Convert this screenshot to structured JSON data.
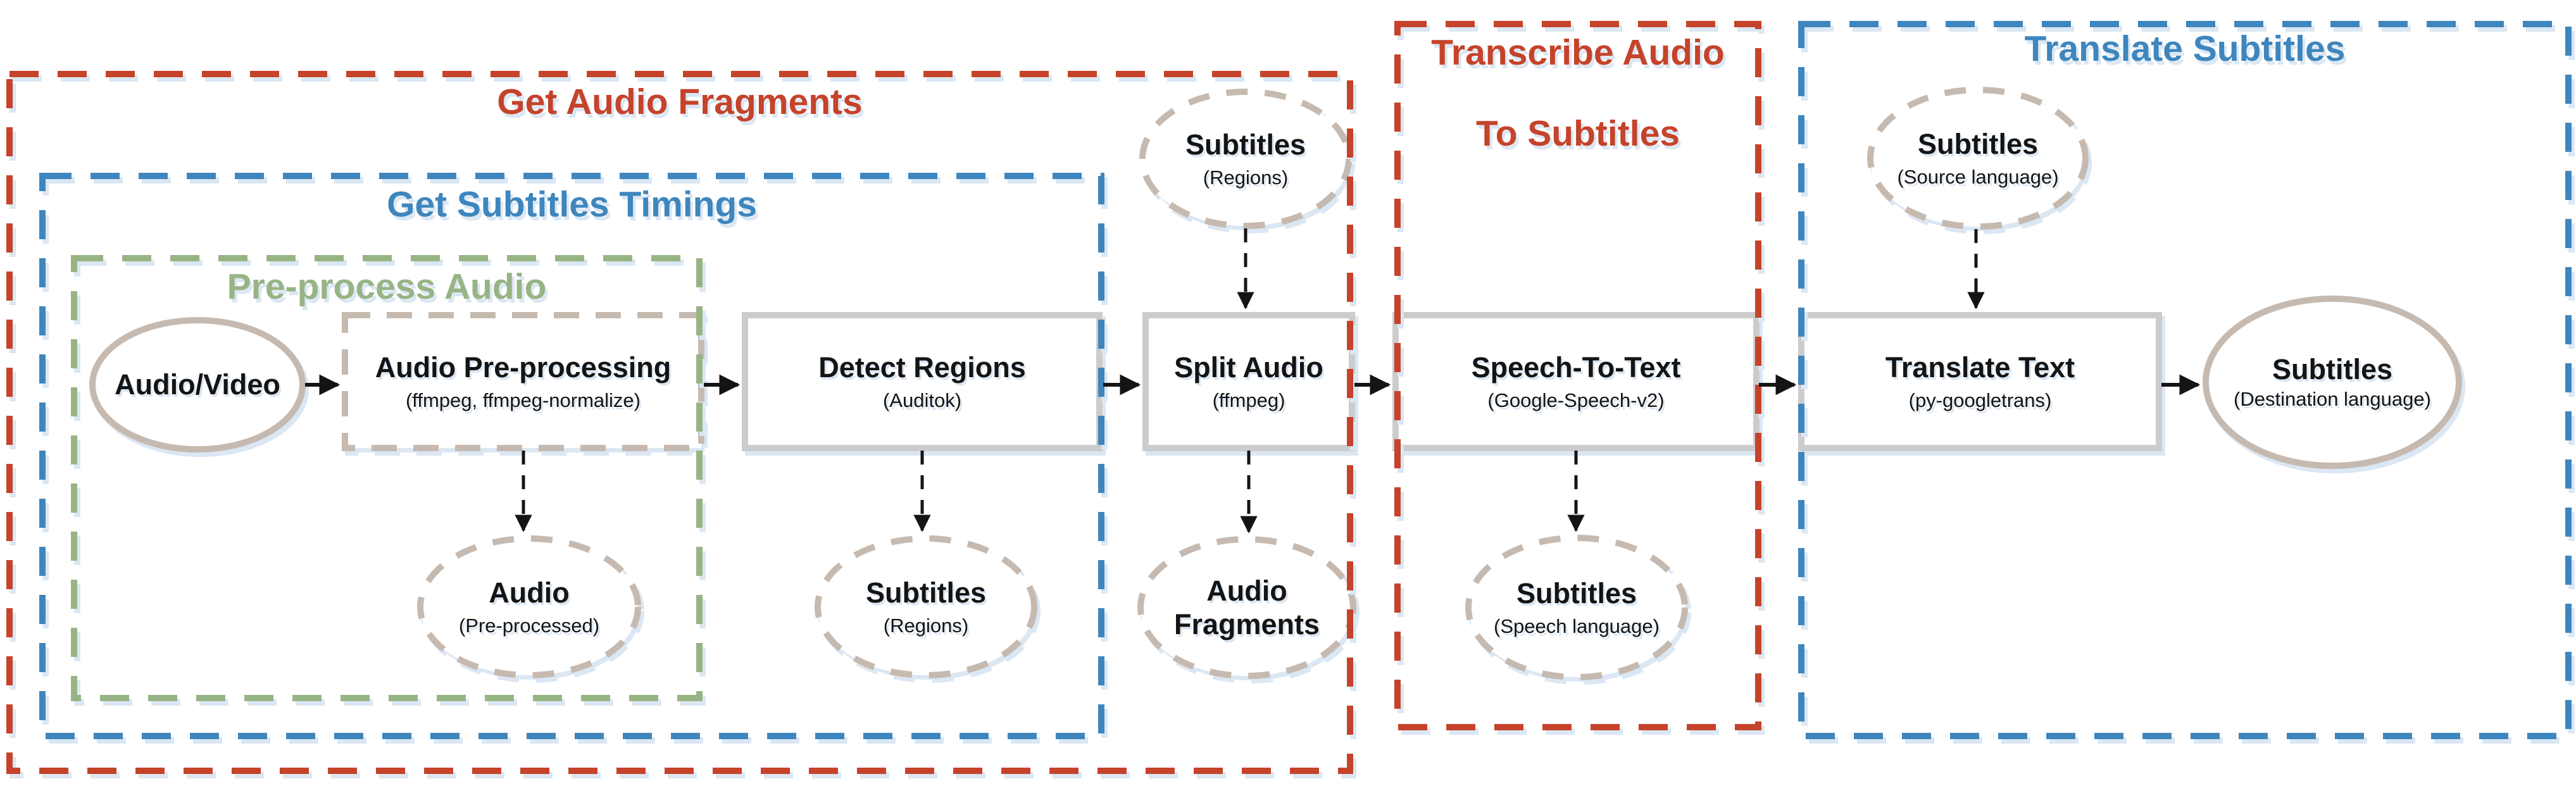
{
  "groups": {
    "get_audio_fragments": {
      "title": "Get Audio Fragments"
    },
    "get_subtitles_timings": {
      "title": "Get Subtitles Timings"
    },
    "pre_process_audio": {
      "title": "Pre-process Audio"
    },
    "transcribe": {
      "title_line1": "Transcribe Audio",
      "title_line2": "To Subtitles"
    },
    "translate": {
      "title": "Translate Subtitles"
    }
  },
  "nodes": {
    "audio_video": {
      "label": "Audio/Video"
    },
    "audio_preprocessing": {
      "label": "Audio Pre-processing",
      "sublabel": "(ffmpeg, ffmpeg-normalize)"
    },
    "detect_regions": {
      "label": "Detect Regions",
      "sublabel": "(Auditok)"
    },
    "split_audio": {
      "label": "Split Audio",
      "sublabel": "(ffmpeg)"
    },
    "speech_to_text": {
      "label": "Speech-To-Text",
      "sublabel": "(Google-Speech-v2)"
    },
    "translate_text": {
      "label": "Translate Text",
      "sublabel": "(py-googletrans)"
    },
    "audio_preprocessed": {
      "label": "Audio",
      "sublabel": "(Pre-processed)"
    },
    "subtitles_regions_out": {
      "label": "Subtitles",
      "sublabel": "(Regions)"
    },
    "subtitles_regions_in": {
      "label": "Subtitles",
      "sublabel": "(Regions)"
    },
    "audio_fragments": {
      "label": "Audio",
      "label2": "Fragments"
    },
    "subtitles_speech": {
      "label": "Subtitles",
      "sublabel": "(Speech language)"
    },
    "subtitles_source": {
      "label": "Subtitles",
      "sublabel": "(Source language)"
    },
    "subtitles_destination": {
      "label": "Subtitles",
      "sublabel": "(Destination language)"
    }
  },
  "colors": {
    "red": "#c5432a",
    "blue": "#3e86bd",
    "green": "#97b485",
    "tan": "#c6bab0",
    "gray": "#cccccc",
    "ink": "#141414",
    "shadow": "#dbe7f3"
  }
}
